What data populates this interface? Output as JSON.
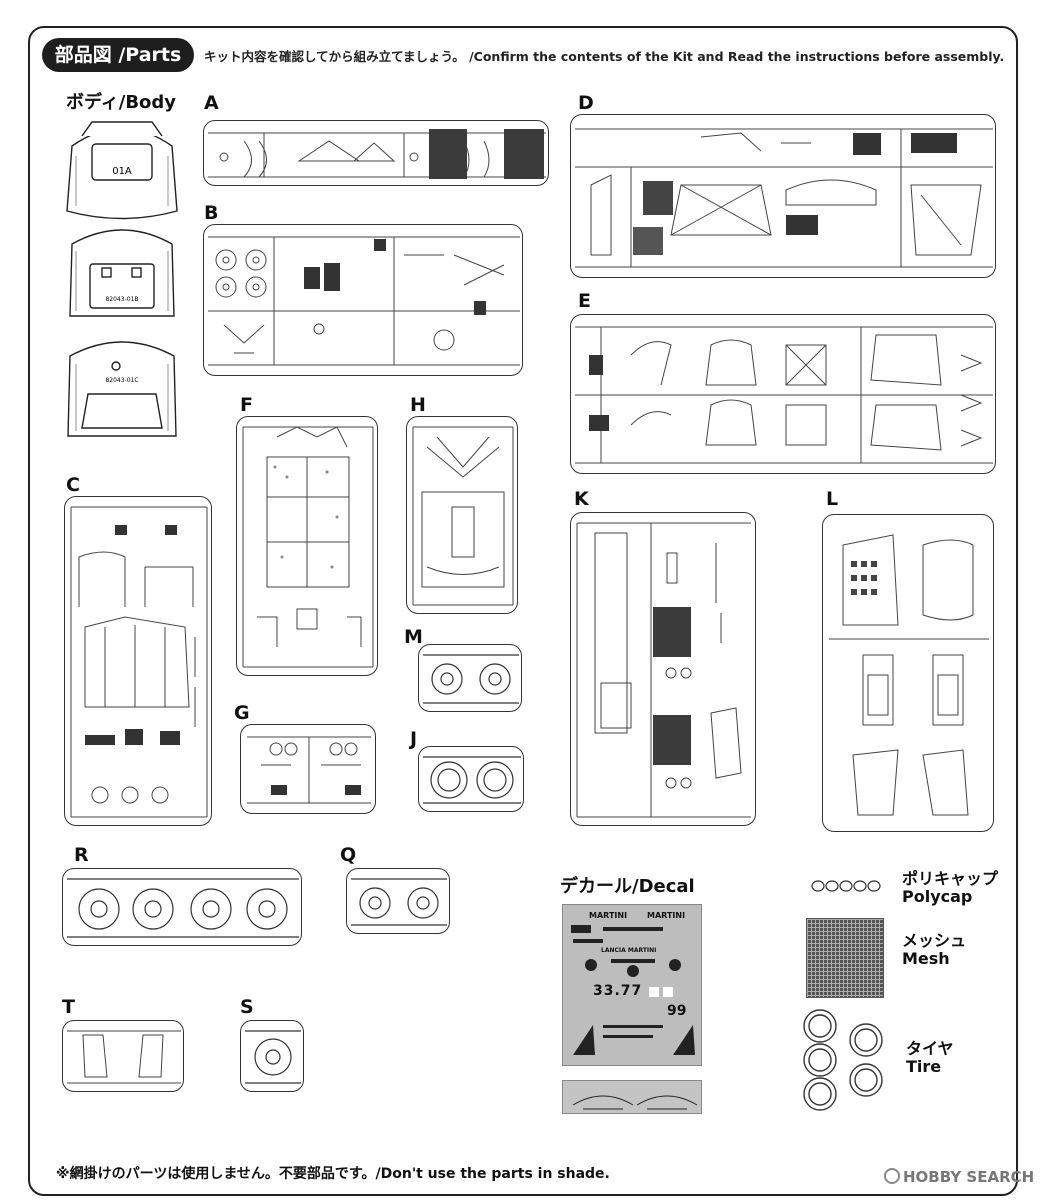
{
  "header": {
    "title": "部品図 /Parts",
    "note": "キット内容を確認してから組み立てましょう。 /Confirm the contents of the Kit and Read the instructions before assembly."
  },
  "body_section": {
    "label": "ボディ/Body",
    "part_codes": [
      "01A",
      "82043-01B",
      "82043-01C"
    ]
  },
  "runners": {
    "A": "A",
    "B": "B",
    "C": "C",
    "D": "D",
    "E": "E",
    "F": "F",
    "G": "G",
    "H": "H",
    "J": "J",
    "K": "K",
    "L": "L",
    "M": "M",
    "Q": "Q",
    "R": "R",
    "S": "S",
    "T": "T"
  },
  "decal": {
    "label": "デカール/Decal",
    "texts": [
      "MARTINI",
      "MARTINI",
      "LANCIA MARTINI",
      "33.77",
      "99"
    ]
  },
  "extras": {
    "polycap": {
      "jp": "ポリキャップ",
      "en": "Polycap"
    },
    "mesh": {
      "jp": "メッシュ",
      "en": "Mesh"
    },
    "tire": {
      "jp": "タイヤ",
      "en": "Tire"
    }
  },
  "footer": {
    "note": "※網掛けのパーツは使用しません。不要部品です。/Don't use the parts in shade."
  },
  "watermark": "HOBBY SEARCH"
}
